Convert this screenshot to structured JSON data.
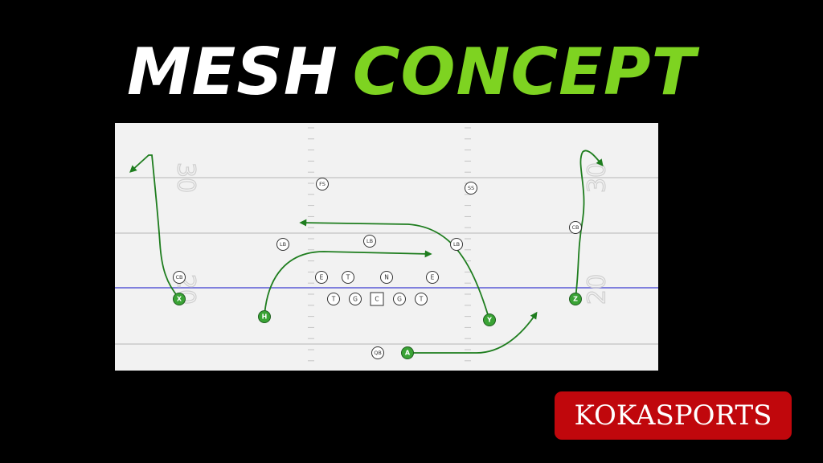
{
  "title": {
    "word1": "MESH",
    "word2": "CONCEPT"
  },
  "brand": "KOKASPORTS",
  "field": {
    "yard_numbers": {
      "top": "30",
      "bottom": "20"
    }
  },
  "players": {
    "offense": [
      {
        "id": "x",
        "label": "X"
      },
      {
        "id": "h",
        "label": "H"
      },
      {
        "id": "y",
        "label": "Y"
      },
      {
        "id": "z",
        "label": "Z"
      },
      {
        "id": "a",
        "label": "A"
      },
      {
        "id": "qb",
        "label": "QB"
      }
    ],
    "line": [
      {
        "id": "lt",
        "label": "T"
      },
      {
        "id": "lg",
        "label": "G"
      },
      {
        "id": "c",
        "label": "C"
      },
      {
        "id": "rg",
        "label": "G"
      },
      {
        "id": "rt",
        "label": "T"
      }
    ],
    "defense": [
      {
        "id": "fs",
        "label": "FS"
      },
      {
        "id": "ss",
        "label": "SS"
      },
      {
        "id": "lb1",
        "label": "LB"
      },
      {
        "id": "lb2",
        "label": "LB"
      },
      {
        "id": "lb3",
        "label": "LB"
      },
      {
        "id": "cb-left",
        "label": "CB"
      },
      {
        "id": "cb-right",
        "label": "CB"
      },
      {
        "id": "de1",
        "label": "E"
      },
      {
        "id": "dt",
        "label": "T"
      },
      {
        "id": "nt",
        "label": "N"
      },
      {
        "id": "de2",
        "label": "E"
      }
    ]
  },
  "colors": {
    "offense_fill": "#3aa335",
    "route": "#1e7d1e",
    "line_of_scrimmage": "#5b5bd6",
    "field_bg": "#f2f2f2",
    "brand_bg": "#c0070c",
    "title_accent": "#7ed321"
  }
}
